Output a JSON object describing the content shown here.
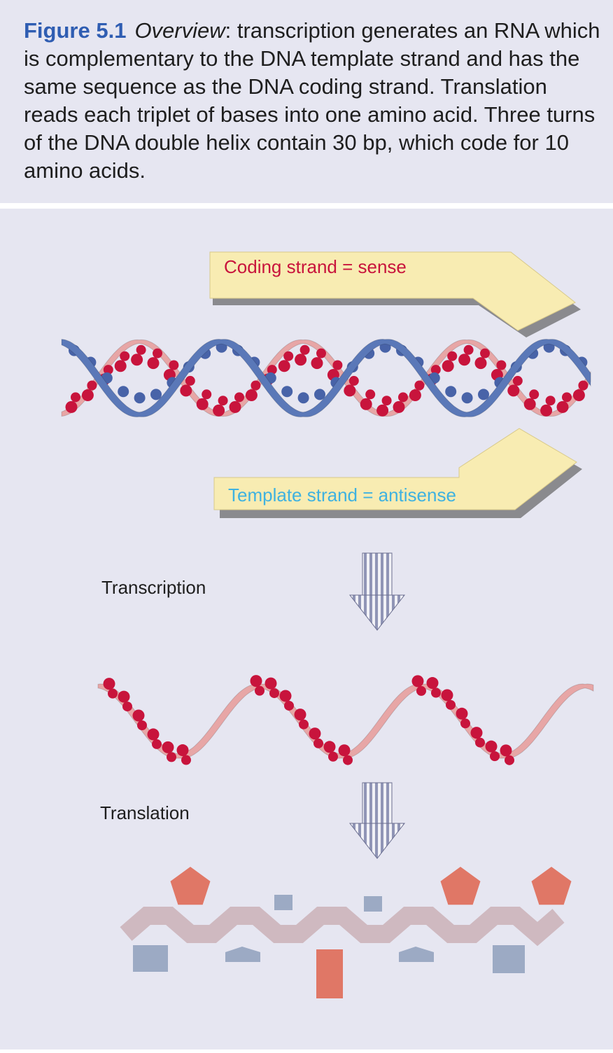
{
  "caption": {
    "figure_label": "Figure 5.1",
    "lead": "Overview",
    "text": ": transcription generates an RNA which is complementary to the DNA template strand and has the same sequence as the DNA coding strand. Translation reads each triplet of bases into one amino acid. Three turns of the DNA double helix contain 30 bp, which code for 10 amino acids."
  },
  "diagram": {
    "coding_label": "Coding strand = sense",
    "template_label": "Template strand = antisense",
    "transcription_label": "Transcription",
    "translation_label": "Translation"
  },
  "colors": {
    "panel_bg": "#e6e6f1",
    "coding_strand": "#e7a6a6",
    "template_strand": "#5a78b8",
    "base_red": "#c8143c",
    "base_blue": "#4863a8",
    "coding_text": "#c8143c",
    "template_text": "#3fb2e0",
    "arrow_fill": "#f8ecb2",
    "chain": "#cfb9c0",
    "side_red": "#e07766",
    "side_blue": "#9caac4"
  }
}
